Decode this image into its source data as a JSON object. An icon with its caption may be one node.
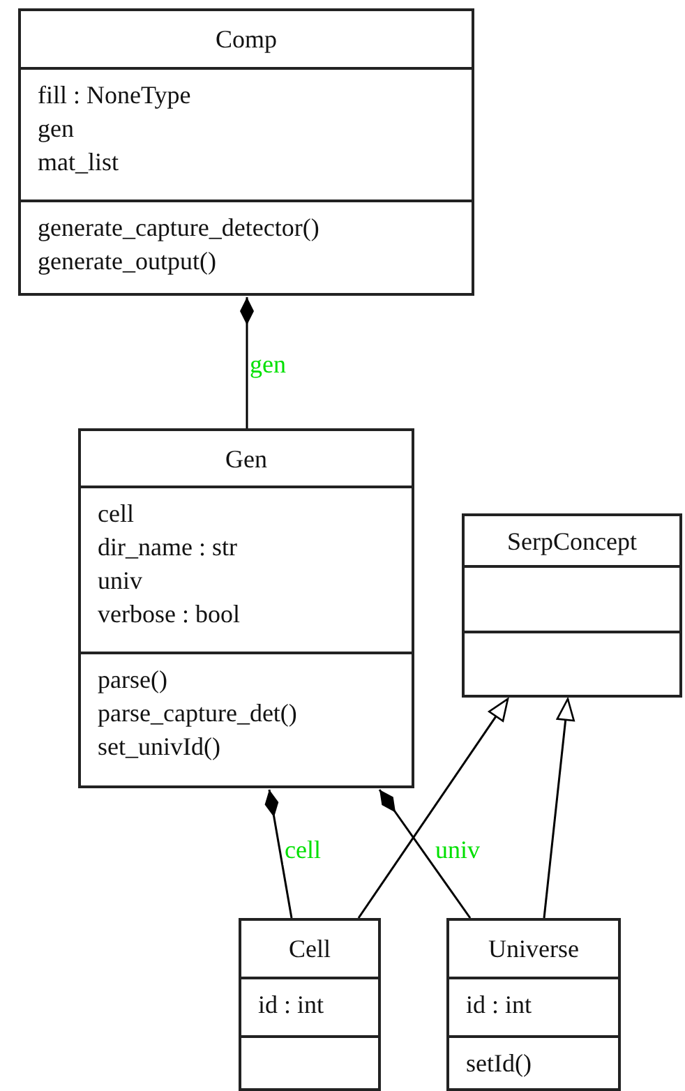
{
  "diagram": {
    "nodes": [
      {
        "text": [
          "Comp"
        ]
      },
      {
        "text": [
          "fill : NoneType",
          "gen",
          "mat_list"
        ],
        "in": 0
      },
      {
        "text": [
          "generate_capture_detector()",
          "generate_output()"
        ],
        "in": 0
      },
      {
        "text": [
          "Gen"
        ]
      },
      {
        "text": [
          "cell",
          "dir_name : str",
          "univ",
          "verbose : bool"
        ],
        "in": 3
      },
      {
        "text": [
          "parse()",
          "parse_capture_det()",
          "set_univId()"
        ],
        "in": 3
      },
      {
        "text": [
          "SerpConcept"
        ]
      },
      {
        "text": [],
        "shape": "box",
        "in": 6
      },
      {
        "text": [],
        "shape": "box",
        "in": 6
      },
      {
        "text": [
          "Cell"
        ]
      },
      {
        "text": [
          "id : int"
        ],
        "in": 9
      },
      {
        "text": [],
        "shape": "box",
        "in": 9
      },
      {
        "text": [
          "Universe"
        ]
      },
      {
        "text": [
          "id : int"
        ],
        "in": 12
      },
      {
        "text": [
          "setId()"
        ],
        "in": 12
      }
    ],
    "edges": [
      {
        "from": 3,
        "to": 0,
        "arrow": "other",
        "label": "gen"
      },
      {
        "from": 9,
        "to": 3,
        "arrow": "other",
        "label": "cell"
      },
      {
        "from": 12,
        "to": 3,
        "arrow": "other",
        "label": "univ"
      },
      {
        "from": 9,
        "to": 6,
        "arrow": "to"
      },
      {
        "from": 12,
        "to": 6,
        "arrow": "to"
      }
    ]
  }
}
